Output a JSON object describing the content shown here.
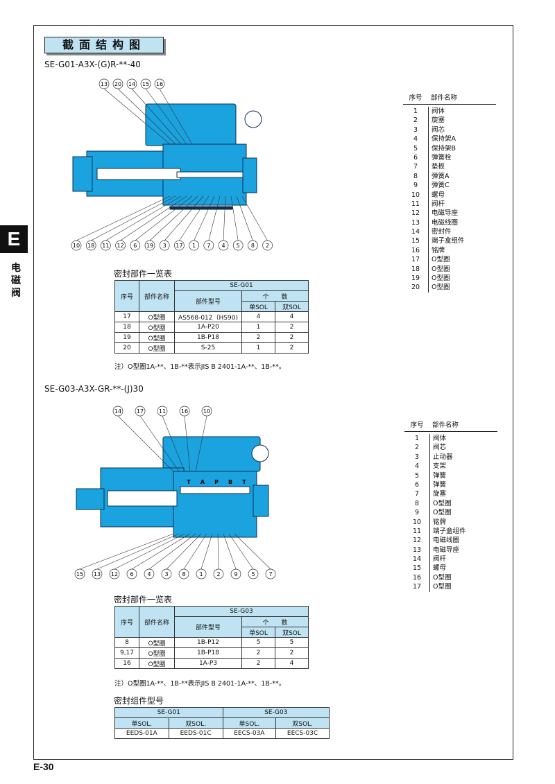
{
  "side": {
    "letter": "E",
    "label": "电磁阀"
  },
  "page": {
    "title": "截面结构图",
    "number": "E-30"
  },
  "section1": {
    "model": "SE-G01-A3X-(G)R-**-40",
    "callouts_top": [
      "13",
      "20",
      "14",
      "15",
      "16"
    ],
    "callouts_bottom": [
      "10",
      "18",
      "11",
      "12",
      "6",
      "19",
      "3",
      "17",
      "1",
      "7",
      "4",
      "5",
      "8",
      "2"
    ],
    "parts_header": {
      "no": "序号",
      "name": "部件名称"
    },
    "parts": [
      {
        "no": "1",
        "name": "阀体"
      },
      {
        "no": "2",
        "name": "旋塞"
      },
      {
        "no": "3",
        "name": "阀芯"
      },
      {
        "no": "4",
        "name": "保持架A"
      },
      {
        "no": "5",
        "name": "保持架B"
      },
      {
        "no": "6",
        "name": "弹簧栓"
      },
      {
        "no": "7",
        "name": "垫板"
      },
      {
        "no": "8",
        "name": "弹簧A"
      },
      {
        "no": "9",
        "name": "弹簧C"
      },
      {
        "no": "10",
        "name": "螺母"
      },
      {
        "no": "11",
        "name": "阀杆"
      },
      {
        "no": "12",
        "name": "电磁导座"
      },
      {
        "no": "13",
        "name": "电磁线圈"
      },
      {
        "no": "14",
        "name": "密封件"
      },
      {
        "no": "15",
        "name": "端子盒组件"
      },
      {
        "no": "16",
        "name": "铭牌"
      },
      {
        "no": "17",
        "name": "O型圈"
      },
      {
        "no": "18",
        "name": "O型圈"
      },
      {
        "no": "19",
        "name": "O型圈"
      },
      {
        "no": "20",
        "name": "O型圈"
      }
    ],
    "seal_title": "密封部件一览表",
    "seal_table": {
      "col_no": "序号",
      "col_name": "部件名称",
      "group": "SE-G01",
      "col_part": "部件型号",
      "col_qty": "个",
      "col_qty2": "数",
      "col_single": "单SOL",
      "col_double": "双SOL",
      "rows": [
        {
          "no": "17",
          "name": "O型圈",
          "part": "AS568-012（HS90)",
          "single": "4",
          "double": "4"
        },
        {
          "no": "18",
          "name": "O型圈",
          "part": "1A-P20",
          "single": "1",
          "double": "2"
        },
        {
          "no": "19",
          "name": "O型圈",
          "part": "1B-P18",
          "single": "2",
          "double": "2"
        },
        {
          "no": "20",
          "name": "O型圈",
          "part": "S-25",
          "single": "1",
          "double": "2"
        }
      ]
    },
    "note": "注）O型圈1A-**、1B-**表示JIS B 2401-1A-**、1B-**。"
  },
  "section2": {
    "model": "SE-G03-A3X-GR-**-(J)30",
    "callouts_top": [
      "14",
      "17",
      "11",
      "16",
      "10"
    ],
    "callouts_bottom": [
      "15",
      "13",
      "12",
      "6",
      "4",
      "3",
      "8",
      "1",
      "2",
      "9",
      "5",
      "7"
    ],
    "ports": [
      "T",
      "A",
      "P",
      "B",
      "T"
    ],
    "parts": [
      {
        "no": "1",
        "name": "阀体"
      },
      {
        "no": "2",
        "name": "阀芯"
      },
      {
        "no": "3",
        "name": "止动器"
      },
      {
        "no": "4",
        "name": "支架"
      },
      {
        "no": "5",
        "name": "弹簧"
      },
      {
        "no": "6",
        "name": "弹簧"
      },
      {
        "no": "7",
        "name": "旋塞"
      },
      {
        "no": "8",
        "name": "O型圈"
      },
      {
        "no": "9",
        "name": "O型圈"
      },
      {
        "no": "10",
        "name": "铭牌"
      },
      {
        "no": "11",
        "name": "端子盒组件"
      },
      {
        "no": "12",
        "name": "电磁线圈"
      },
      {
        "no": "13",
        "name": "电磁导座"
      },
      {
        "no": "14",
        "name": "阀杆"
      },
      {
        "no": "15",
        "name": "螺母"
      },
      {
        "no": "16",
        "name": "O型圈"
      },
      {
        "no": "17",
        "name": "O型圈"
      }
    ],
    "seal_title": "密封部件一览表",
    "seal_table": {
      "group": "SE-G03",
      "rows": [
        {
          "no": "8",
          "name": "O型圈",
          "part": "1B-P12",
          "single": "5",
          "double": "5"
        },
        {
          "no": "9,17",
          "name": "O型圈",
          "part": "1B-P18",
          "single": "2",
          "double": "2"
        },
        {
          "no": "16",
          "name": "O型圈",
          "part": "1A-P3",
          "single": "2",
          "double": "4"
        }
      ]
    },
    "note": "注）O型圈1A-**、1B-**表示JIS B 2401-1A-**、1B-**。"
  },
  "kit": {
    "title": "密封组件型号",
    "g01": "SE-G01",
    "g03": "SE-G03",
    "single": "单SOL.",
    "double": "双SOL.",
    "values": [
      "EEDS-01A",
      "EEDS-01C",
      "EECS-03A",
      "EECS-03C"
    ]
  },
  "colors": {
    "valve_blue": "#1aa3df",
    "header_blue": "#bfe3f3"
  }
}
